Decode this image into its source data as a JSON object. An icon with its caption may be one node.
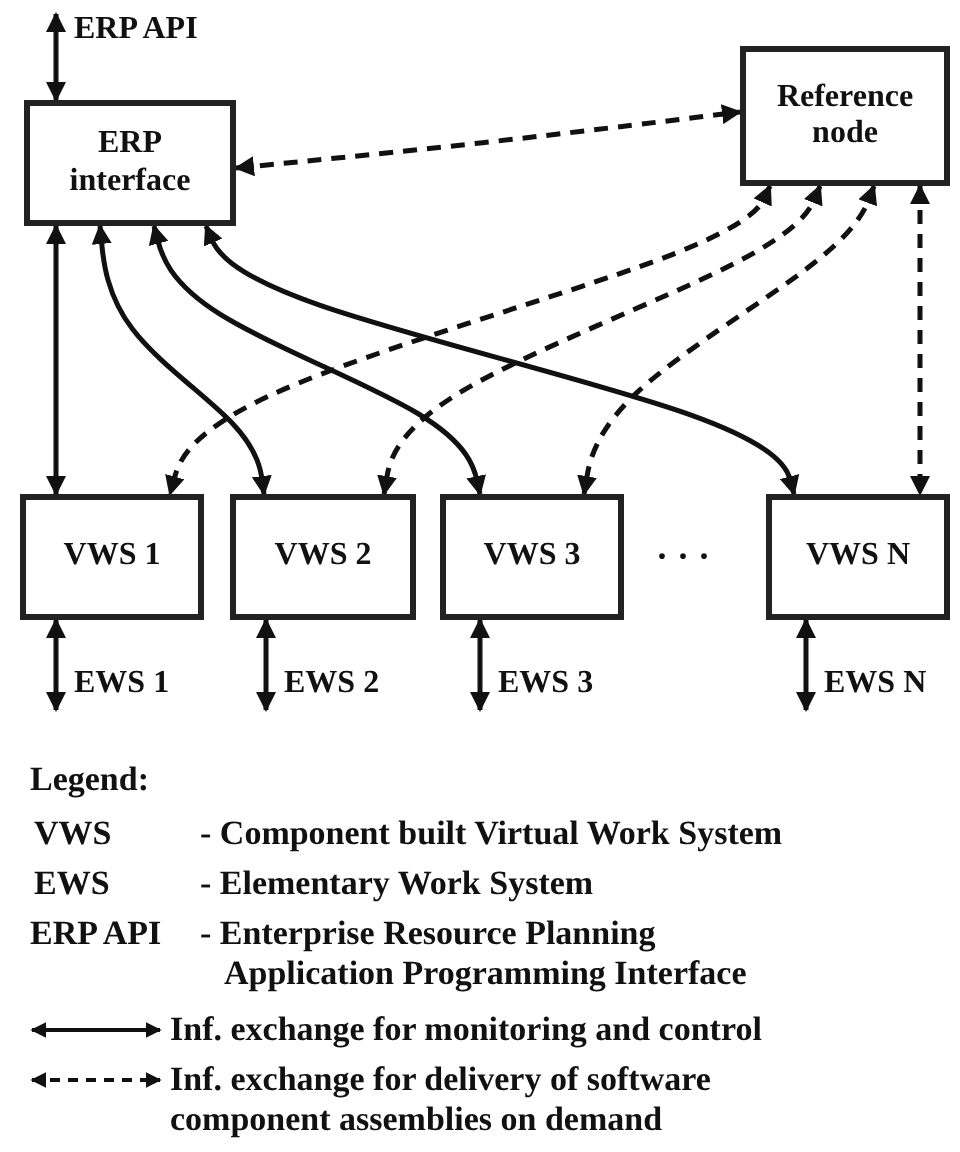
{
  "diagram": {
    "nodes": [
      {
        "text": [
          "ERP API"
        ]
      },
      {
        "text": [
          "ERP interface"
        ]
      },
      {
        "text": [
          "Reference node"
        ]
      },
      {
        "text": [
          "VWS 1"
        ]
      },
      {
        "text": [
          "VWS 2"
        ]
      },
      {
        "text": [
          "VWS 3"
        ]
      },
      {
        "text": [
          "VWS N"
        ]
      },
      {
        "text": [
          "EWS 1"
        ]
      },
      {
        "text": [
          "EWS 2"
        ]
      },
      {
        "text": [
          "EWS 3"
        ]
      },
      {
        "text": [
          "EWS N"
        ]
      }
    ],
    "edges": [
      {
        "from": 0,
        "to": 1,
        "arrow": "both"
      },
      {
        "from": 1,
        "to": 2,
        "arrow": "both",
        "style": "dashed"
      },
      {
        "from": 1,
        "to": 3,
        "arrow": "both"
      },
      {
        "from": 1,
        "to": 4,
        "arrow": "both"
      },
      {
        "from": 1,
        "to": 5,
        "arrow": "both"
      },
      {
        "from": 1,
        "to": 6,
        "arrow": "both"
      },
      {
        "from": 2,
        "to": 3,
        "arrow": "both",
        "style": "dashed"
      },
      {
        "from": 2,
        "to": 4,
        "arrow": "both",
        "style": "dashed"
      },
      {
        "from": 2,
        "to": 5,
        "arrow": "both",
        "style": "dashed"
      },
      {
        "from": 2,
        "to": 6,
        "arrow": "both",
        "style": "dashed"
      },
      {
        "from": 3,
        "to": 7,
        "arrow": "both"
      },
      {
        "from": 4,
        "to": 8,
        "arrow": "both"
      },
      {
        "from": 5,
        "to": 9,
        "arrow": "both"
      },
      {
        "from": 6,
        "to": 10,
        "arrow": "both"
      }
    ],
    "labels": [
      "· · ·",
      "Legend:",
      "VWS",
      "- Component built Virtual Work System",
      "EWS",
      "- Elementary Work System",
      "ERP API",
      "- Enterprise Resource Planning Application Programming Interface"
    ],
    "legend": [
      {
        "text": "Inf. exchange for monitoring and control"
      },
      {
        "text": "Inf. exchange for delivery of software component assemblies on demand"
      }
    ]
  }
}
